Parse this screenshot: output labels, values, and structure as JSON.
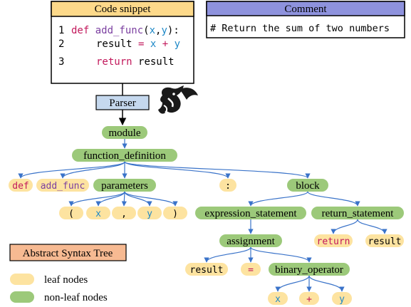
{
  "code_box": {
    "header": "Code snippet",
    "lines": [
      {
        "num": "1",
        "tokens": [
          {
            "text": "def ",
            "color": "#c2185b"
          },
          {
            "text": "add_func",
            "color": "#7b3fa0"
          },
          {
            "text": "(",
            "color": "#000000"
          },
          {
            "text": "x",
            "color": "#1e88c7"
          },
          {
            "text": ",",
            "color": "#000000"
          },
          {
            "text": "y",
            "color": "#1e88c7"
          },
          {
            "text": "):",
            "color": "#000000"
          }
        ]
      },
      {
        "num": "2",
        "tokens": [
          {
            "text": "result",
            "color": "#000000"
          },
          {
            "text": " = ",
            "color": "#c2185b"
          },
          {
            "text": "x",
            "color": "#1e88c7"
          },
          {
            "text": " + ",
            "color": "#c2185b"
          },
          {
            "text": "y",
            "color": "#1e88c7"
          }
        ]
      },
      {
        "num": "3",
        "tokens": [
          {
            "text": "return ",
            "color": "#c2185b"
          },
          {
            "text": "result",
            "color": "#000000"
          }
        ]
      }
    ]
  },
  "comment_box": {
    "header": "Comment",
    "text": "# Return the sum of two numbers"
  },
  "parser_label": "Parser",
  "ast_title": "Abstract Syntax Tree",
  "legend": {
    "leaf": "leaf nodes",
    "nonleaf": "non-leaf nodes"
  },
  "nodes": [
    {
      "id": "module",
      "label": "module",
      "kind": "nonleaf"
    },
    {
      "id": "fundef",
      "label": "function_definition",
      "kind": "nonleaf"
    },
    {
      "id": "def",
      "label": "def",
      "kind": "leaf",
      "color": "#c2185b"
    },
    {
      "id": "addfunc",
      "label": "add_func",
      "kind": "leaf",
      "color": "#7b3fa0"
    },
    {
      "id": "params",
      "label": "parameters",
      "kind": "nonleaf"
    },
    {
      "id": "colon",
      "label": ":",
      "kind": "leaf",
      "color": "#000000"
    },
    {
      "id": "block",
      "label": "block",
      "kind": "nonleaf"
    },
    {
      "id": "lp",
      "label": "(",
      "kind": "leaf",
      "color": "#000000"
    },
    {
      "id": "px",
      "label": "x",
      "kind": "leaf",
      "color": "#1e88c7"
    },
    {
      "id": "comma",
      "label": ",",
      "kind": "leaf",
      "color": "#000000"
    },
    {
      "id": "py",
      "label": "y",
      "kind": "leaf",
      "color": "#1e88c7"
    },
    {
      "id": "rp",
      "label": ")",
      "kind": "leaf",
      "color": "#000000"
    },
    {
      "id": "exprst",
      "label": "expression_statement",
      "kind": "nonleaf"
    },
    {
      "id": "retst",
      "label": "return_statement",
      "kind": "nonleaf"
    },
    {
      "id": "assign",
      "label": "assignment",
      "kind": "nonleaf"
    },
    {
      "id": "ret_kw",
      "label": "return",
      "kind": "leaf",
      "color": "#c2185b"
    },
    {
      "id": "ret_res",
      "label": "result",
      "kind": "leaf",
      "color": "#000000"
    },
    {
      "id": "res",
      "label": "result",
      "kind": "leaf",
      "color": "#000000"
    },
    {
      "id": "eq",
      "label": "=",
      "kind": "leaf",
      "color": "#c2185b"
    },
    {
      "id": "binop",
      "label": "binary_operator",
      "kind": "nonleaf"
    },
    {
      "id": "bx",
      "label": "x",
      "kind": "leaf",
      "color": "#1e88c7"
    },
    {
      "id": "plus",
      "label": "+",
      "kind": "leaf",
      "color": "#c2185b"
    },
    {
      "id": "by",
      "label": "y",
      "kind": "leaf",
      "color": "#1e88c7"
    }
  ],
  "edges": [
    [
      "module",
      "fundef"
    ],
    [
      "fundef",
      "def"
    ],
    [
      "fundef",
      "addfunc"
    ],
    [
      "fundef",
      "params"
    ],
    [
      "fundef",
      "colon"
    ],
    [
      "fundef",
      "block"
    ],
    [
      "params",
      "lp"
    ],
    [
      "params",
      "px"
    ],
    [
      "params",
      "comma"
    ],
    [
      "params",
      "py"
    ],
    [
      "params",
      "rp"
    ],
    [
      "block",
      "exprst"
    ],
    [
      "block",
      "retst"
    ],
    [
      "exprst",
      "assign"
    ],
    [
      "retst",
      "ret_kw"
    ],
    [
      "retst",
      "ret_res"
    ],
    [
      "assign",
      "res"
    ],
    [
      "assign",
      "eq"
    ],
    [
      "assign",
      "binop"
    ],
    [
      "binop",
      "bx"
    ],
    [
      "binop",
      "plus"
    ],
    [
      "binop",
      "by"
    ]
  ],
  "colors": {
    "leaf_fill": "#fde3a0",
    "nonleaf_fill": "#9cc97a",
    "edge": "#3a73c9",
    "code_header": "#fdd98a",
    "comment_header": "#8e92dd",
    "parser_fill": "#c5d8ee",
    "ast_title_fill": "#f7ba92"
  }
}
